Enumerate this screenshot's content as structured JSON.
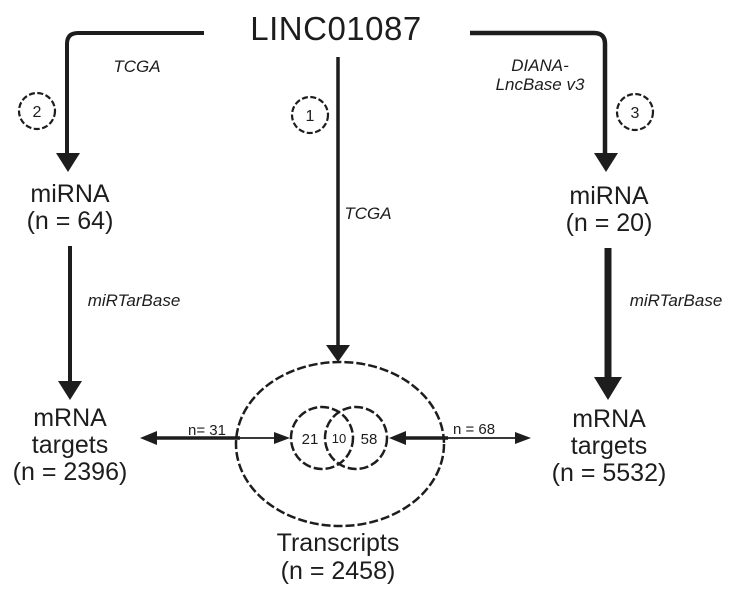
{
  "colors": {
    "ink": "#1d1d1d",
    "background": "#ffffff"
  },
  "diagram": {
    "title": "LINC01087",
    "left_path": {
      "badge": "2",
      "source_db": "TCGA",
      "mirna": [
        "miRNA",
        "(n = 64)"
      ],
      "target_db": "miRTarBase",
      "mrna": [
        "mRNA",
        "targets",
        "(n = 2396)"
      ],
      "venn_link_label": "n= 31"
    },
    "center_path": {
      "badge": "1",
      "source_db": "TCGA",
      "result": [
        "Transcripts",
        "(n = 2458)"
      ]
    },
    "right_path": {
      "badge": "3",
      "source_db": [
        "DIANA-",
        "LncBase v3"
      ],
      "mirna": [
        "miRNA",
        "(n = 20)"
      ],
      "target_db": "miRTarBase",
      "mrna": [
        "mRNA",
        "targets",
        "(n = 5532)"
      ],
      "venn_link_label": "n = 68"
    },
    "venn": {
      "left_only": "21",
      "overlap": "10",
      "right_only": "58"
    }
  }
}
